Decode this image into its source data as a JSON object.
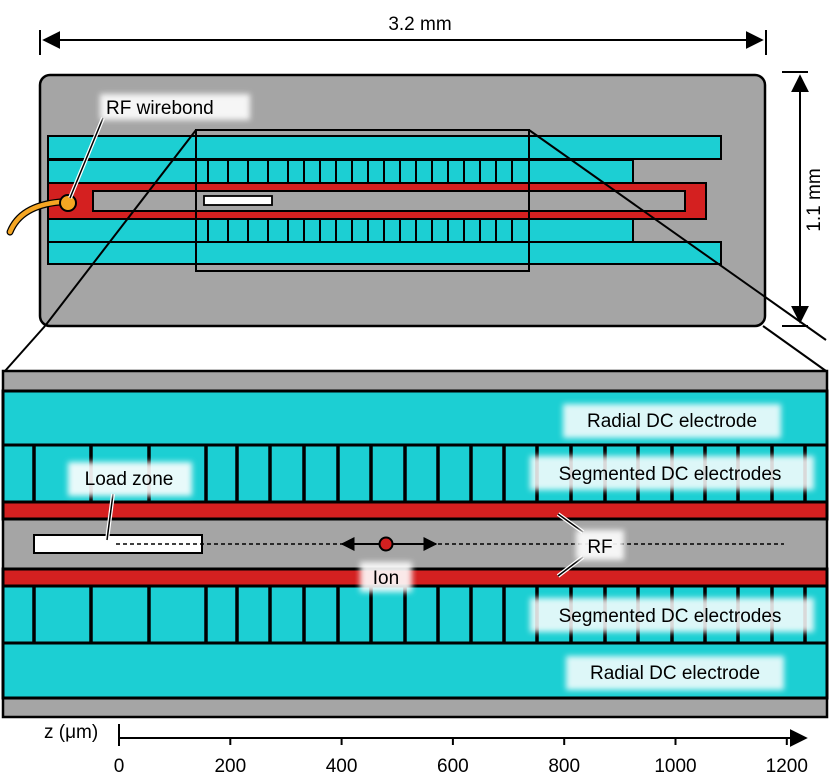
{
  "colors": {
    "chip": "#a5a5a5",
    "dc_electrode": "#1ccfd3",
    "rf_electrode": "#d42020",
    "outline": "#000000",
    "wirebond": "#f5a623",
    "load_zone": "#ffffff"
  },
  "dimensions": {
    "width_label": "3.2 mm",
    "height_label": "1.1 mm"
  },
  "labels": {
    "rf_wirebond": "RF wirebond",
    "radial_dc_top": "Radial DC electrode",
    "segmented_dc_top": "Segmented DC electrodes",
    "load_zone": "Load zone",
    "rf": "RF",
    "ion": "Ion",
    "segmented_dc_bottom": "Segmented DC electrodes",
    "radial_dc_bottom": "Radial DC electrode"
  },
  "axis": {
    "label": "z (μm)",
    "ticks": [
      "0",
      "200",
      "400",
      "600",
      "800",
      "1000",
      "1200"
    ]
  }
}
